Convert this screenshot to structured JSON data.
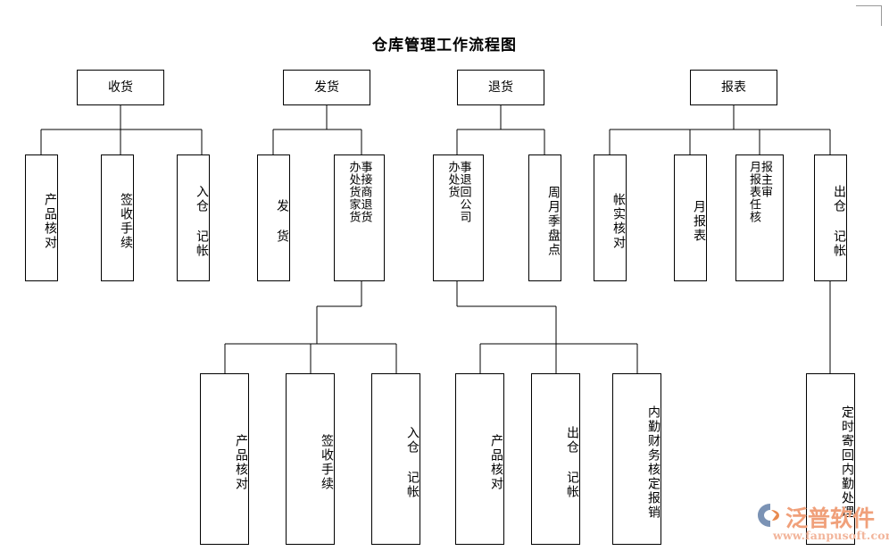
{
  "document": {
    "title": "仓库管理工作流程图",
    "background_color": "#ffffff",
    "line_color": "#000000"
  },
  "watermark": {
    "brand": "泛普软件",
    "url": "www.fanpusoft.com",
    "brand_color": "#f0a07a",
    "url_color": "#f2b49a"
  },
  "chart_data": {
    "type": "diagram",
    "title": "仓库管理工作流程图",
    "orientation": "top-down-tree",
    "nodes": [
      {
        "id": "n1",
        "label": "收货",
        "level": 1,
        "parent": null,
        "orient": "horizontal"
      },
      {
        "id": "n2",
        "label": "发货",
        "level": 1,
        "parent": null,
        "orient": "horizontal"
      },
      {
        "id": "n3",
        "label": "退货",
        "level": 1,
        "parent": null,
        "orient": "horizontal"
      },
      {
        "id": "n4",
        "label": "报表",
        "level": 1,
        "parent": null,
        "orient": "horizontal"
      },
      {
        "id": "n5",
        "label": "产品核对",
        "level": 2,
        "parent": "n1",
        "orient": "vertical"
      },
      {
        "id": "n6",
        "label": "签收手续",
        "level": 2,
        "parent": "n1",
        "orient": "vertical"
      },
      {
        "id": "n7",
        "label": "入仓 记帐",
        "level": 2,
        "parent": "n1",
        "orient": "vertical"
      },
      {
        "id": "n8",
        "label": "发 货",
        "level": 2,
        "parent": "n2",
        "orient": "vertical"
      },
      {
        "id": "n9",
        "label": "接商家退货事处办",
        "level": 2,
        "parent": "n2",
        "orient": "vertical-2col",
        "col_right": "事接商退货",
        "col_left": "办处货家货"
      },
      {
        "id": "n10",
        "label": "退回公司事处办货",
        "level": 2,
        "parent": "n3",
        "orient": "vertical-2col",
        "col_right": "事退回公司",
        "col_left": "办处货"
      },
      {
        "id": "n11",
        "label": "周月季盘点",
        "level": 2,
        "parent": "n3",
        "orient": "vertical"
      },
      {
        "id": "n12",
        "label": "帐实核对",
        "level": 2,
        "parent": "n4",
        "orient": "vertical"
      },
      {
        "id": "n13",
        "label": "月报表",
        "level": 2,
        "parent": "n4",
        "orient": "vertical"
      },
      {
        "id": "n14",
        "label": "报主审月报表任核",
        "level": 2,
        "parent": "n4",
        "orient": "vertical-2col",
        "col_right": "报主审",
        "col_left": "月报表任核"
      },
      {
        "id": "n15",
        "label": "出仓 记帐",
        "level": 2,
        "parent": "n4",
        "orient": "vertical"
      },
      {
        "id": "n16",
        "label": "产品核对",
        "level": 3,
        "parent": "n9",
        "orient": "vertical"
      },
      {
        "id": "n17",
        "label": "签收手续",
        "level": 3,
        "parent": "n9",
        "orient": "vertical"
      },
      {
        "id": "n18",
        "label": "入仓 记帐",
        "level": 3,
        "parent": "n9",
        "orient": "vertical"
      },
      {
        "id": "n19",
        "label": "产品核对",
        "level": 3,
        "parent": "n10",
        "orient": "vertical"
      },
      {
        "id": "n20",
        "label": "出仓 记帐",
        "level": 3,
        "parent": "n10",
        "orient": "vertical"
      },
      {
        "id": "n21",
        "label": "内勤财务核定报销",
        "level": 3,
        "parent": "n10",
        "orient": "vertical"
      },
      {
        "id": "n22",
        "label": "定时寄回内勤处理",
        "level": 3,
        "parent": "n15",
        "orient": "vertical"
      }
    ],
    "edges": [
      {
        "from": "n1",
        "to": "n5"
      },
      {
        "from": "n1",
        "to": "n6"
      },
      {
        "from": "n1",
        "to": "n7"
      },
      {
        "from": "n2",
        "to": "n8"
      },
      {
        "from": "n2",
        "to": "n9"
      },
      {
        "from": "n3",
        "to": "n10"
      },
      {
        "from": "n3",
        "to": "n11"
      },
      {
        "from": "n4",
        "to": "n12"
      },
      {
        "from": "n4",
        "to": "n13"
      },
      {
        "from": "n4",
        "to": "n14"
      },
      {
        "from": "n4",
        "to": "n15"
      },
      {
        "from": "n9",
        "to": "n16"
      },
      {
        "from": "n9",
        "to": "n17"
      },
      {
        "from": "n9",
        "to": "n18"
      },
      {
        "from": "n10",
        "to": "n19"
      },
      {
        "from": "n10",
        "to": "n20"
      },
      {
        "from": "n10",
        "to": "n21"
      },
      {
        "from": "n15",
        "to": "n22"
      }
    ]
  }
}
